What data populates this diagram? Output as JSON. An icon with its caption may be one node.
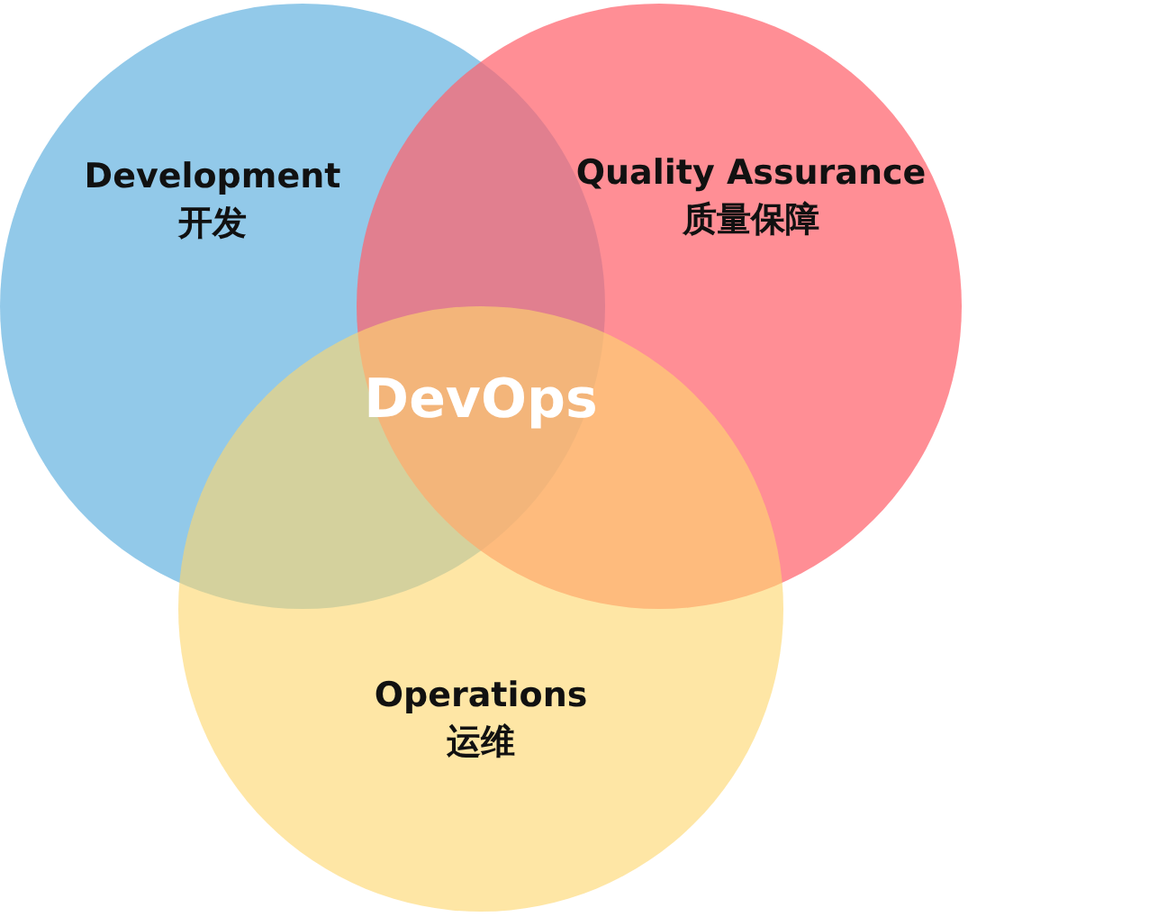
{
  "diagram": {
    "nodes": [
      {
        "text": [
          "Development",
          "开发"
        ]
      },
      {
        "text": [
          "Quality Assurance",
          "质量保障"
        ]
      },
      {
        "text": [
          "Operations",
          "运维"
        ]
      }
    ],
    "labels": [
      "DevOps"
    ]
  }
}
